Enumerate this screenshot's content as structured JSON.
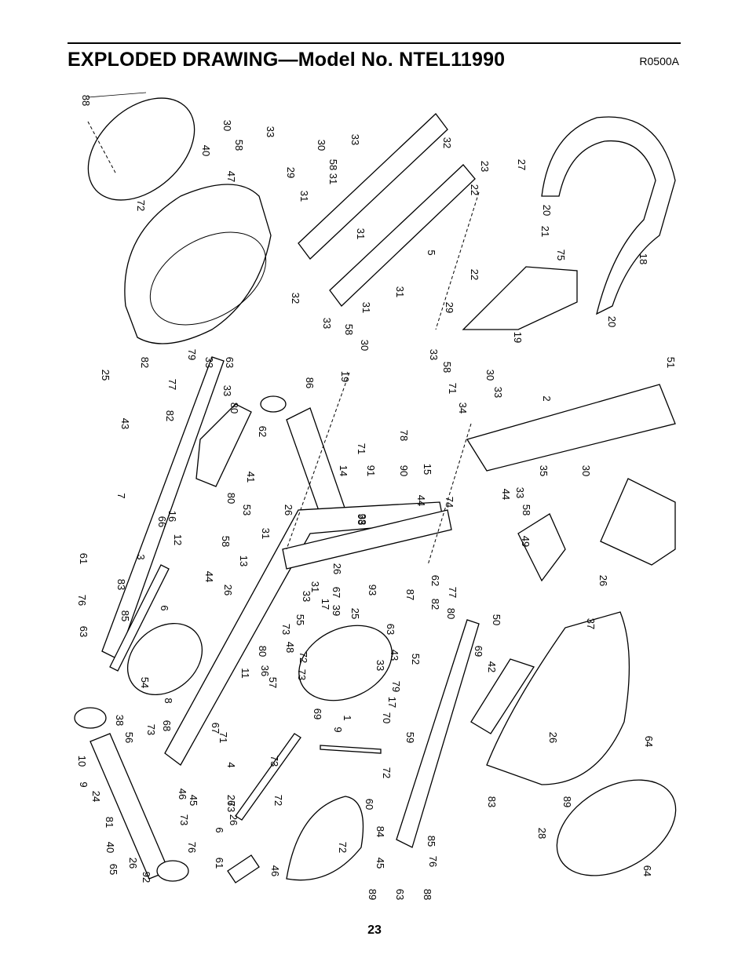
{
  "header": {
    "title": "EXPLODED DRAWING—Model No. NTEL11990",
    "drawing_code": "R0500A"
  },
  "page_number": "23",
  "part_labels": [
    "88",
    "30",
    "58",
    "33",
    "40",
    "47",
    "72",
    "29",
    "31",
    "30",
    "58",
    "31",
    "33",
    "32",
    "23",
    "27",
    "22",
    "20",
    "21",
    "31",
    "5",
    "22",
    "75",
    "18",
    "32",
    "33",
    "58",
    "30",
    "31",
    "29",
    "31",
    "20",
    "19",
    "25",
    "82",
    "79",
    "33",
    "63",
    "77",
    "82",
    "33",
    "80",
    "86",
    "19",
    "33",
    "58",
    "30",
    "33",
    "71",
    "34",
    "2",
    "51",
    "78",
    "43",
    "71",
    "15",
    "62",
    "41",
    "7",
    "14",
    "91",
    "90",
    "80",
    "53",
    "16",
    "66",
    "12",
    "58",
    "13",
    "35",
    "44",
    "33",
    "58",
    "30",
    "26",
    "93",
    "44",
    "74",
    "49",
    "31",
    "61",
    "3",
    "44",
    "26",
    "76",
    "83",
    "85",
    "6",
    "63",
    "26",
    "31",
    "67",
    "17",
    "39",
    "38",
    "93",
    "62",
    "26",
    "87",
    "82",
    "77",
    "80",
    "33",
    "25",
    "55",
    "73",
    "50",
    "63",
    "37",
    "48",
    "72",
    "80",
    "73",
    "36",
    "57",
    "54",
    "8",
    "11",
    "52",
    "43",
    "69",
    "42",
    "33",
    "79",
    "17",
    "70",
    "68",
    "67",
    "71",
    "1",
    "69",
    "9",
    "38",
    "56",
    "73",
    "64",
    "59",
    "26",
    "73",
    "4",
    "72",
    "10",
    "9",
    "24",
    "46",
    "45",
    "26",
    "26",
    "72",
    "89",
    "73",
    "6",
    "83",
    "81",
    "73",
    "72",
    "60",
    "84",
    "28",
    "85",
    "76",
    "40",
    "76",
    "61",
    "26",
    "65",
    "92",
    "46",
    "45",
    "64",
    "89",
    "63",
    "88"
  ]
}
